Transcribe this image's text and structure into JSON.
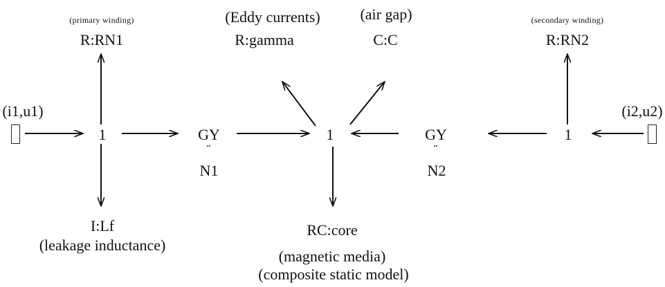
{
  "diagram": {
    "left_port_label": "(i1,u1)",
    "right_port_label": "(i2,u2)",
    "primary_winding_note": "(primary winding)",
    "primary_resistor": "R:RN1",
    "junction_1a": "1",
    "gyrator_1": "GY",
    "gyrator_1_dots": "..",
    "gyrator_1_modulus": "N1",
    "eddy_note": "(Eddy currents)",
    "eddy_resistor": "R:gamma",
    "air_gap_note": "(air gap)",
    "air_gap_capacitor": "C:C",
    "junction_center": "1",
    "gyrator_2": "GY",
    "gyrator_2_dots": "..",
    "gyrator_2_modulus": "N2",
    "secondary_winding_note": "(secondary winding)",
    "secondary_resistor": "R:RN2",
    "junction_1b": "1",
    "leakage_inertia": "I:Lf",
    "leakage_note": "(leakage inductance)",
    "core_element": "RC:core",
    "core_note_1": "(magnetic media)",
    "core_note_2": "(composite static model)"
  }
}
